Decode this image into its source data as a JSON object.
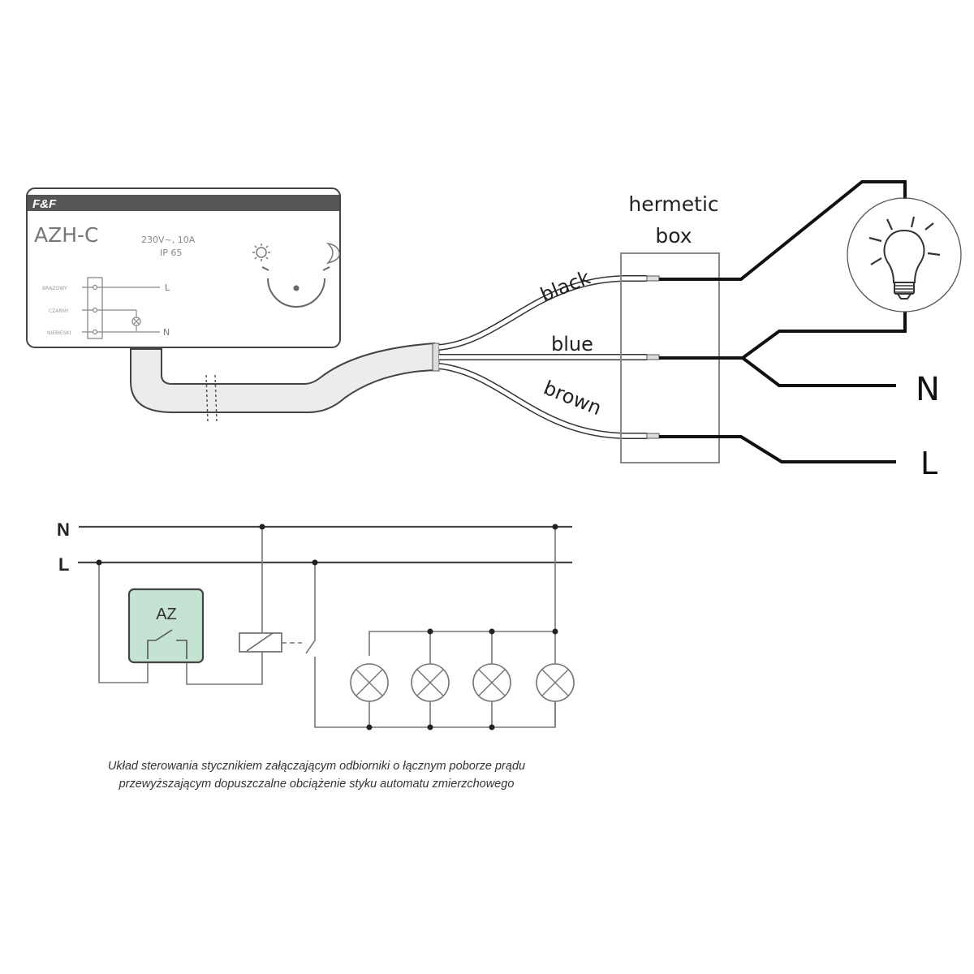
{
  "device": {
    "brand": "F&F",
    "model": "AZH-C",
    "rating": "230V~, 10A",
    "protection": "IP 65",
    "terminals": [
      {
        "label": "BRĄZOWY",
        "line": "L"
      },
      {
        "label": "CZARNY",
        "line": ""
      },
      {
        "label": "NIEBIESKI",
        "line": "N"
      }
    ],
    "icons": [
      "sun-icon",
      "moon-icon",
      "dial-knob-icon"
    ]
  },
  "wires": {
    "black": "black",
    "blue": "blue",
    "brown": "brown"
  },
  "junction_box": {
    "line1": "hermetic",
    "line2": "box"
  },
  "outputs": {
    "neutral": "N",
    "live": "L"
  },
  "schematic": {
    "neutral_bus": "N",
    "live_bus": "L",
    "controller_label": "AZ",
    "controller_color": "#c5e3d3",
    "lamp_count": 4
  },
  "caption": {
    "line1": "Układ sterowania stycznikiem załączającym odbiorniki o łącznym poborze prądu",
    "line2": "przewyższającym dopuszczalne obciążenie styku automatu zmierzchowego"
  },
  "colors": {
    "device_header": "#555555",
    "line_dark": "#111111",
    "line_grey": "#777777",
    "cable_fill": "#ececec"
  }
}
